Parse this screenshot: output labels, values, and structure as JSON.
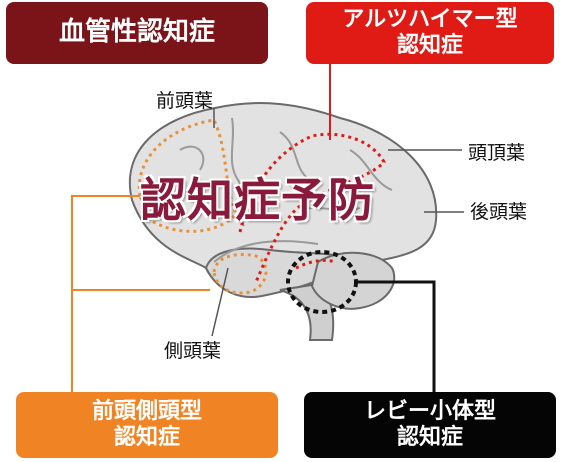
{
  "boxes": {
    "vascular": {
      "line1": "血管性認知症",
      "color": "#7b1418"
    },
    "alzheimer": {
      "line1": "アルツハイマー型",
      "line2": "認知症",
      "color": "#e01b16"
    },
    "frontotemporal": {
      "line1": "前頭側頭型",
      "line2": "認知症",
      "color": "#f08424"
    },
    "lewy": {
      "line1": "レビー小体型",
      "line2": "認知症",
      "color": "#050505"
    }
  },
  "labels": {
    "frontal": "前頭葉",
    "parietal": "頭頂葉",
    "occipital": "後頭葉",
    "temporal": "側頭葉"
  },
  "center_title": "認知症予防"
}
